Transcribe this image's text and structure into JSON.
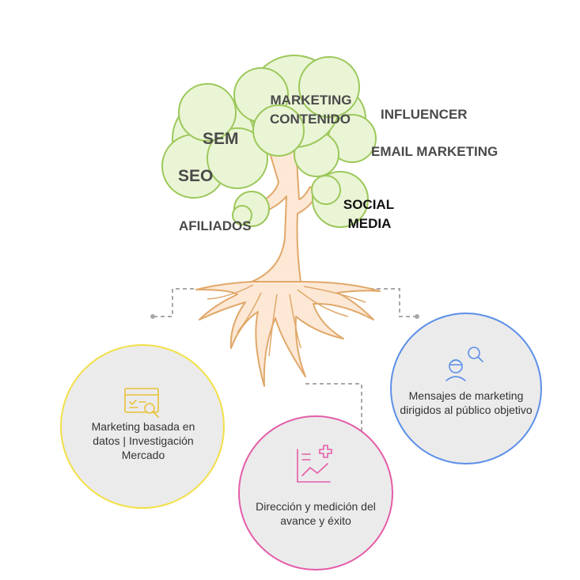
{
  "tree": {
    "labels": {
      "marketing_contenido": [
        "MARKETING",
        "CONTENIDO"
      ],
      "influencer": "INFLUENCER",
      "sem": "SEM",
      "email_marketing": "EMAIL MARKETING",
      "seo": "SEO",
      "social_media": [
        "SOCIAL",
        "MEDIA"
      ],
      "afiliados": "AFILIADOS"
    }
  },
  "circles": {
    "left": {
      "text": "Marketing basada en datos | Investigación Mercado",
      "icon": "data-analysis-icon",
      "color": "#f2e04a"
    },
    "middle": {
      "text": "Dirección y medición del avance y éxito",
      "icon": "chart-progress-icon",
      "color": "#e45ca8"
    },
    "right": {
      "text": "Mensajes de marketing dirigidos al público objetivo",
      "icon": "target-audience-icon",
      "color": "#5b8fe8"
    }
  },
  "colors": {
    "foliage_fill": "#eaf5d6",
    "foliage_stroke": "#9cc85a",
    "trunk_fill": "#fde8d6",
    "trunk_stroke": "#e0a86a",
    "circle_fill": "#ebebeb",
    "connector": "#a8a8a8"
  }
}
